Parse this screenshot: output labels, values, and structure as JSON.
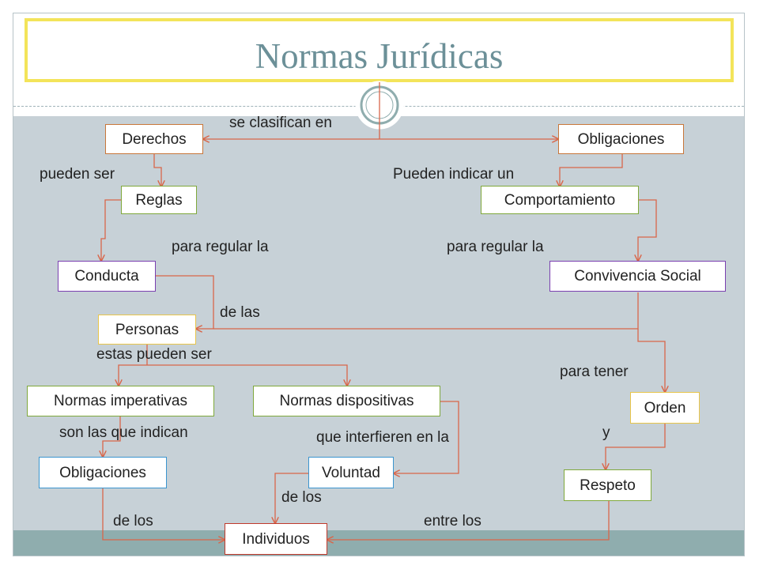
{
  "title": "Normas Jurídicas",
  "colors": {
    "title_border": "#f3e45a",
    "title_text": "#6c9098",
    "body_band": "#c7d1d7",
    "bottom_band": "#8fadae",
    "connector": "#d9664a",
    "border_orange": "#c8763a",
    "border_green": "#7fa83b",
    "border_purple": "#7a3fb0",
    "border_yellow": "#e8c54a",
    "border_blue": "#3a95cf",
    "border_red": "#c0392b"
  },
  "nodes": {
    "derechos": "Derechos",
    "obligaciones_top": "Obligaciones",
    "reglas": "Reglas",
    "comportamiento": "Comportamiento",
    "conducta": "Conducta",
    "convivencia_social": "Convivencia Social",
    "personas": "Personas",
    "normas_imperativas": "Normas imperativas",
    "normas_dispositivas": "Normas dispositivas",
    "orden": "Orden",
    "obligaciones_bottom": "Obligaciones",
    "voluntad": "Voluntad",
    "respeto": "Respeto",
    "individuos": "Individuos"
  },
  "labels": {
    "se_clasifican_en": "se clasifican en",
    "pueden_ser": "pueden ser",
    "pueden_indicar_un": "Pueden indicar un",
    "para_regular_la_left": "para regular la",
    "para_regular_la_right": "para regular la",
    "de_las": "de las",
    "estas_pueden_ser": "estas pueden ser",
    "para_tener": "para tener",
    "son_las_que_indican": "son las que indican",
    "que_interfieren_en_la": "que interfieren en la",
    "y": "y",
    "de_los_middle": "de los",
    "de_los_left": "de los",
    "entre_los": "entre los"
  }
}
